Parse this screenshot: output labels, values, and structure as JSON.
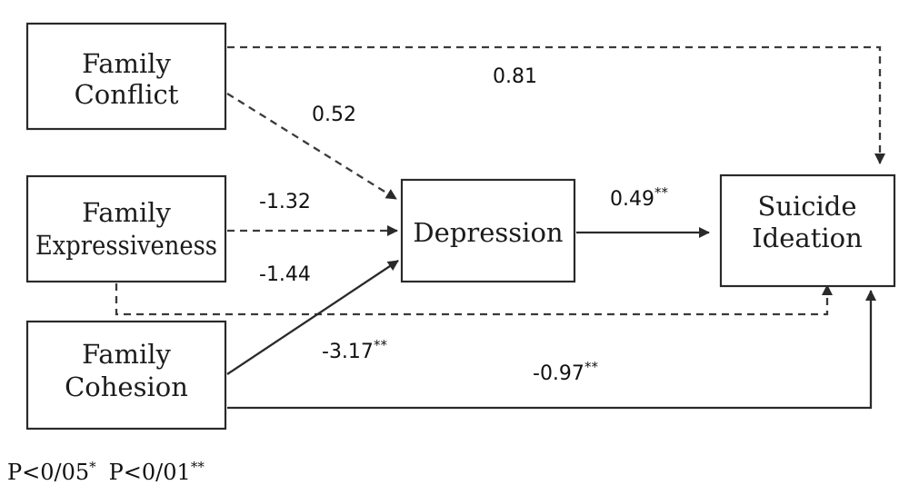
{
  "nodes": {
    "family_conflict": {
      "line1": "Family",
      "line2": "Conflict"
    },
    "family_expressiveness": {
      "line1": "Family",
      "line2": "Expressiveness"
    },
    "family_cohesion": {
      "line1": "Family",
      "line2": "Cohesion"
    },
    "depression": {
      "line1": "Depression"
    },
    "suicide_ideation": {
      "line1": "Suicide",
      "line2": "Ideation"
    }
  },
  "edges": {
    "conflict_to_ideation": {
      "value": "0.81",
      "sig": "",
      "style": "dashed"
    },
    "conflict_to_depression": {
      "value": "0.52",
      "sig": "",
      "style": "dashed"
    },
    "expressiveness_to_depression": {
      "value": "-1.32",
      "sig": "",
      "style": "dashed"
    },
    "expressiveness_to_ideation": {
      "value": "-1.44",
      "sig": "",
      "style": "dashed"
    },
    "cohesion_to_depression": {
      "value": "-3.17",
      "sig": "**",
      "style": "solid"
    },
    "cohesion_to_ideation": {
      "value": "-0.97",
      "sig": "**",
      "style": "solid"
    },
    "depression_to_ideation": {
      "value": "0.49",
      "sig": "**",
      "style": "solid"
    }
  },
  "footnote": {
    "p05": "P<0/05",
    "p05_mark": "*",
    "p01": "P<0/01",
    "p01_mark": "**"
  },
  "colors": {
    "line": "#2a2a2a",
    "text": "#1c1c1c",
    "background": "#ffffff"
  }
}
